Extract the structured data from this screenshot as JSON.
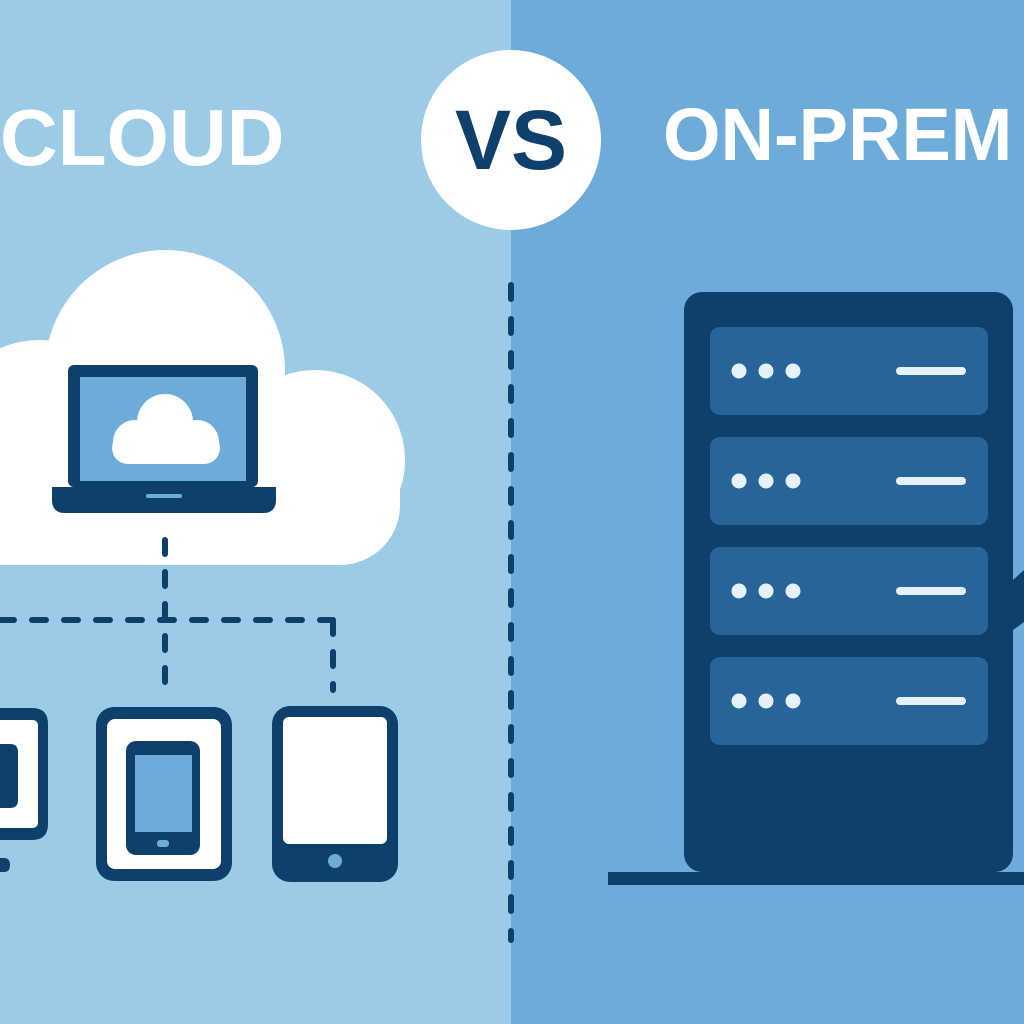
{
  "left_title": "CLOUD",
  "center_label": "VS",
  "right_title": "ON-PREM",
  "colors": {
    "left_bg": "#9ccbe8",
    "right_bg": "#6dacd9",
    "dark": "#0f3f6b",
    "slot": "#27649a",
    "white": "#ffffff"
  },
  "server": {
    "slots": 4
  }
}
